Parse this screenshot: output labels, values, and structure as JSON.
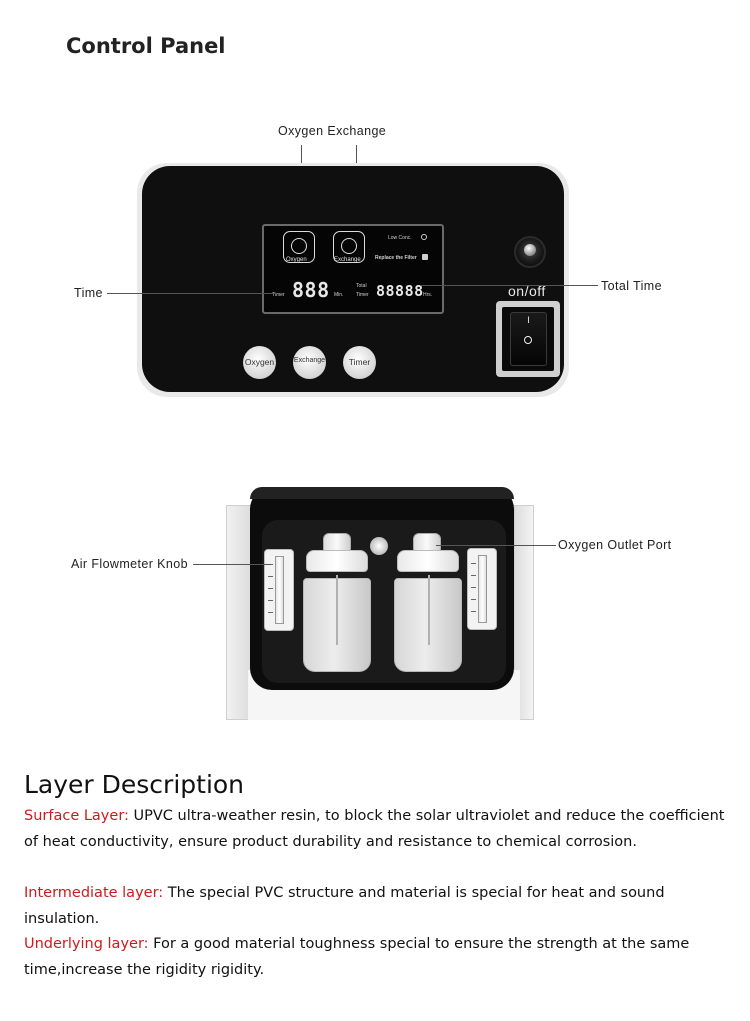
{
  "header": {
    "title": "Control Panel"
  },
  "callouts": {
    "oxygen_exchange": "Oxygen  Exchange",
    "time": "Time",
    "total_time": "Total Time",
    "air_flowmeter_knob": "Air Flowmeter Knob",
    "oxygen_outlet_port": "Oxygen Outlet Port"
  },
  "display": {
    "oxygen_label": "Oxygen",
    "exchange_label": "Exchange",
    "low_conc": "Low Conc.",
    "replace_filter": "Replace the Filter",
    "timer_label": "Timer",
    "timer_digits": "888",
    "min_label": "Min.",
    "total_timer_label_1": "Total",
    "total_timer_label_2": "Timer",
    "total_digits": "88888",
    "hrs_label": "Hrs."
  },
  "buttons": {
    "oxygen": "Oxygen",
    "exchange": "Exchange",
    "timer": "Timer"
  },
  "power_switch": {
    "label": "on/off",
    "on_symbol": "I",
    "off_symbol": "O"
  },
  "layer_description": {
    "title": "Layer Description",
    "items": [
      {
        "name": "Surface Layer:",
        "text": " UPVC ultra-weather resin, to block the solar ultraviolet and reduce the coefficient of heat conductivity, ensure product durability and resistance to chemical corrosion."
      },
      {
        "name": "Intermediate layer:",
        "text": " The special PVC structure and material is special for heat and sound insulation."
      },
      {
        "name": "Underlying layer:",
        "text": " For a good material toughness special to ensure the strength at the same time,increase the rigidity rigidity."
      }
    ]
  },
  "colors": {
    "accent_red": "#cc1b1b",
    "panel_black": "#0f0f0f"
  }
}
